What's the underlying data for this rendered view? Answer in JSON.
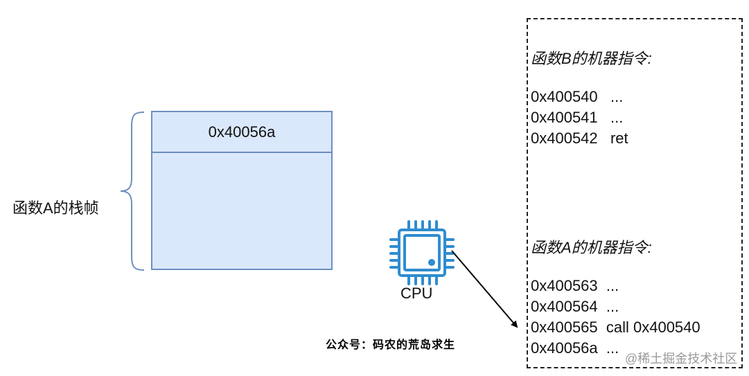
{
  "stack_frame": {
    "label": "函数A的栈帧",
    "top_cell": "0x40056a"
  },
  "cpu": {
    "label": "CPU",
    "icon": "cpu-chip-icon"
  },
  "instructions": {
    "function_b": {
      "title": "函数B的机器指令:",
      "lines": [
        "0x400540   ...",
        "0x400541   ...",
        "0x400542   ret"
      ]
    },
    "function_a": {
      "title": "函数A的机器指令:",
      "lines": [
        "0x400563  ...",
        "0x400564  ...",
        "0x400565  call 0x400540",
        "0x40056a  ..."
      ]
    }
  },
  "watermarks": {
    "wechat": "公众号：码农的荒岛求生",
    "juejin": "@稀土掘金技术社区"
  },
  "colors": {
    "stack_fill": "#dae8fc",
    "stack_border": "#6c8ebf",
    "cpu_blue": "#2f8ccf",
    "brace": "#6c8ebf"
  }
}
